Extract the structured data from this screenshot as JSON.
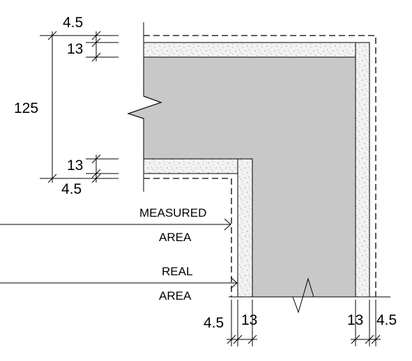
{
  "dimensions": {
    "top_outer": "4.5",
    "top_inner": "13",
    "height_total": "125",
    "bottom_inner": "13",
    "bottom_outer": "4.5",
    "left_outer": "4.5",
    "left_inner": "13",
    "right_inner": "13",
    "right_outer": "4.5"
  },
  "labels": {
    "measured_1": "MEASURED",
    "measured_2": "AREA",
    "real_1": "REAL",
    "real_2": "AREA"
  },
  "colors": {
    "core_fill": "#c8c8c8",
    "board_fill": "#f2f2f2",
    "line": "#000000"
  }
}
